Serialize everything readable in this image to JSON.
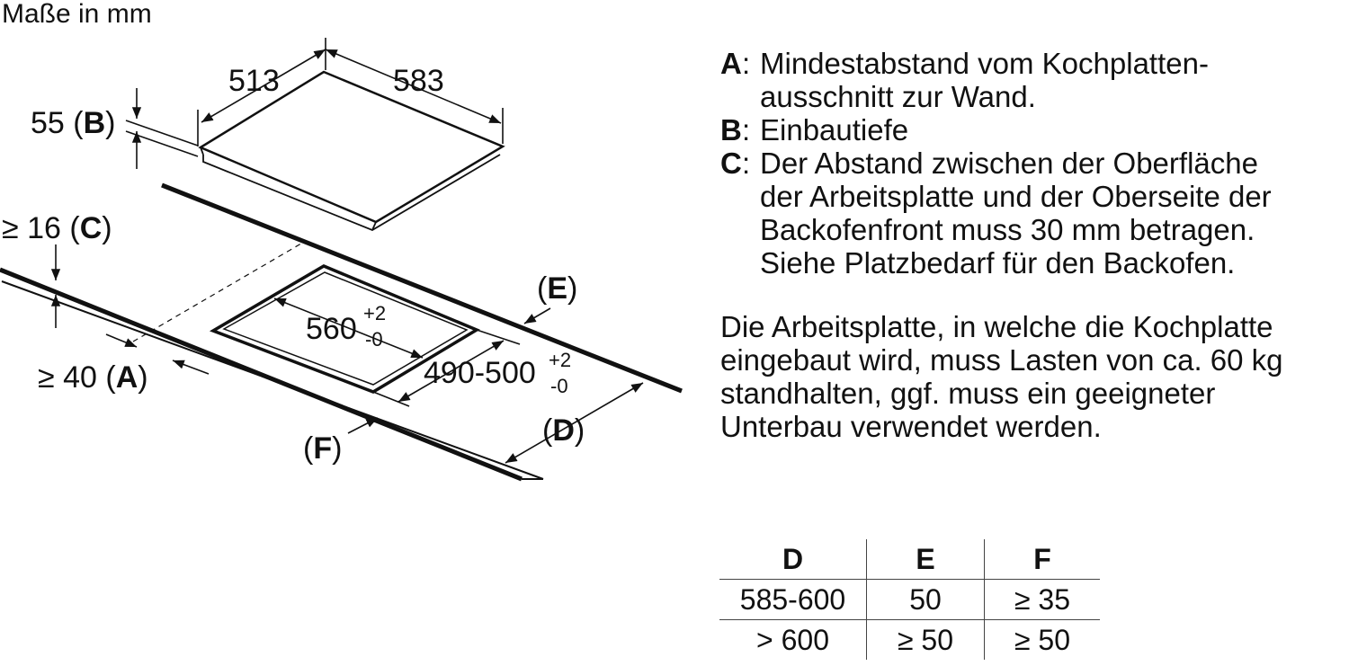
{
  "header": {
    "units": "Maße in mm"
  },
  "diagram": {
    "labels": {
      "width_513": "513",
      "depth_583": "583",
      "height_b_value": "55 (",
      "height_b_key": "B",
      "close_paren": ")",
      "gap_c_value": "≥ 16 (",
      "gap_c_key": "C",
      "dist_a_value": "≥ 40 (",
      "dist_a_key": "A",
      "cutout_560": "560",
      "cutout_560_tol_plus": "+2",
      "cutout_560_tol_minus": "-0",
      "cutout_490": "490-500",
      "cutout_490_tol_plus": "+2",
      "cutout_490_tol_minus": "-0",
      "e_open": "(",
      "e_key": "E",
      "d_open": "(",
      "d_key": "D",
      "f_open": "(",
      "f_key": "F"
    }
  },
  "legend": {
    "items": [
      {
        "key": "A",
        "colon": ":",
        "lines": [
          "Mindestabstand vom Kochplatten-",
          "ausschnitt zur Wand."
        ]
      },
      {
        "key": "B",
        "colon": ":",
        "lines": [
          "Einbautiefe"
        ]
      },
      {
        "key": "C",
        "colon": ":",
        "lines": [
          "Der Abstand zwischen der Oberfläche",
          "der Arbeitsplatte und der Oberseite der",
          "Backofenfront muss 30 mm betragen.",
          "Siehe Platzbedarf für den Backofen."
        ]
      }
    ]
  },
  "note": {
    "lines": [
      "Die Arbeitsplatte, in welche die Kochplatte",
      "eingebaut wird, muss Lasten von ca. 60 kg",
      "standhalten, ggf. muss ein geeigneter",
      "Unterbau verwendet werden."
    ]
  },
  "table": {
    "headers": [
      "D",
      "E",
      "F"
    ],
    "rows": [
      [
        "585-600",
        "50",
        "≥ 35"
      ],
      [
        "> 600",
        "≥ 50",
        "≥ 50"
      ]
    ]
  }
}
